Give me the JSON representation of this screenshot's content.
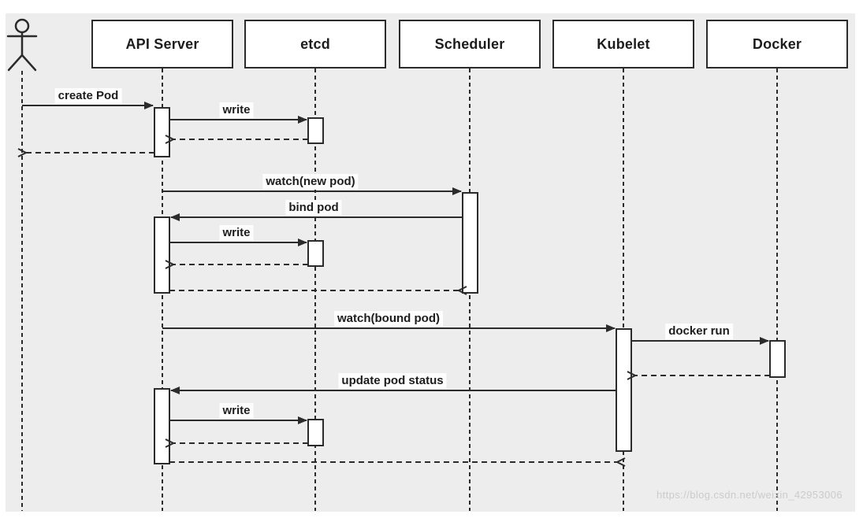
{
  "diagram_type": "uml-sequence-diagram",
  "actor": {
    "icon": "stick-figure-actor"
  },
  "participants": [
    {
      "label": "API Server"
    },
    {
      "label": "etcd"
    },
    {
      "label": "Scheduler"
    },
    {
      "label": "Kubelet"
    },
    {
      "label": "Docker"
    }
  ],
  "messages": [
    {
      "label": "create Pod",
      "from": "Actor",
      "to": "API Server",
      "type": "sync"
    },
    {
      "label": "write",
      "from": "API Server",
      "to": "etcd",
      "type": "sync"
    },
    {
      "label": "",
      "from": "etcd",
      "to": "API Server",
      "type": "return"
    },
    {
      "label": "",
      "from": "API Server",
      "to": "Actor",
      "type": "return"
    },
    {
      "label": "watch(new pod)",
      "from": "API Server",
      "to": "Scheduler",
      "type": "sync"
    },
    {
      "label": "bind pod",
      "from": "Scheduler",
      "to": "API Server",
      "type": "sync"
    },
    {
      "label": "write",
      "from": "API Server",
      "to": "etcd",
      "type": "sync"
    },
    {
      "label": "",
      "from": "etcd",
      "to": "API Server",
      "type": "return"
    },
    {
      "label": "",
      "from": "API Server",
      "to": "Scheduler",
      "type": "return"
    },
    {
      "label": "watch(bound pod)",
      "from": "API Server",
      "to": "Kubelet",
      "type": "sync"
    },
    {
      "label": "docker run",
      "from": "Kubelet",
      "to": "Docker",
      "type": "sync"
    },
    {
      "label": "",
      "from": "Docker",
      "to": "Kubelet",
      "type": "return"
    },
    {
      "label": "update pod status",
      "from": "Kubelet",
      "to": "API Server",
      "type": "sync"
    },
    {
      "label": "write",
      "from": "API Server",
      "to": "etcd",
      "type": "sync"
    },
    {
      "label": "",
      "from": "etcd",
      "to": "API Server",
      "type": "return"
    },
    {
      "label": "",
      "from": "API Server",
      "to": "Kubelet",
      "type": "return"
    }
  ],
  "watermark": "https://blog.csdn.net/weixin_42953006",
  "colors": {
    "canvas_background": "#ededed",
    "line": "#2b2b2b",
    "box_fill": "#ffffff",
    "label_background": "#fdfdfd",
    "watermark_text": "#cbcbcb"
  }
}
